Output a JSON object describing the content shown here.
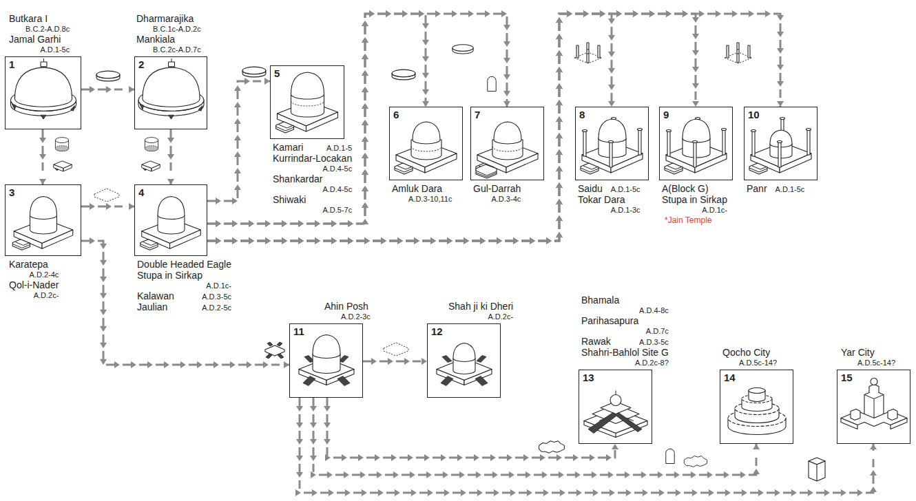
{
  "diagram": {
    "nodes": [
      {
        "text": [
          "1",
          "Butkara I",
          "B.C.2-A.D.8c",
          "Jamal Garhi",
          "A.D.1-5c"
        ]
      },
      {
        "text": [
          "2",
          "Dharmarajika",
          "B.C.1c-A.D.2c",
          "Mankiala",
          "B.C.2c-A.D.7c"
        ]
      },
      {
        "text": [
          "3",
          "Karatepa",
          "A.D.2-4c",
          "Qol-i-Nader",
          "A.D.2c-"
        ]
      },
      {
        "text": [
          "4",
          "Double Headed Eagle",
          "Stupa in Sirkap",
          "A.D.1c-",
          "Kalawan",
          "A.D.3-5c",
          "Jaulian",
          "A.D.2-5c"
        ]
      },
      {
        "text": [
          "5",
          "Kamari",
          "A.D.1-5",
          "Kurrindar-Locakan",
          "A.D.4-5c",
          "Shankardar",
          "A.D.4-5c",
          "Shiwaki",
          "A.D.5-7c"
        ]
      },
      {
        "text": [
          "6",
          "Amluk Dara",
          "A.D.3-10,11c"
        ]
      },
      {
        "text": [
          "7",
          "Gul-Darrah",
          "A.D.3-4c"
        ]
      },
      {
        "text": [
          "8",
          "Saidu",
          "A.D.1-5c",
          "Tokar Dara",
          "A.D.1-3c"
        ]
      },
      {
        "text": [
          "9",
          "A(Block G)",
          "Stupa in Sirkap",
          "A.D.1c-"
        ]
      },
      {
        "text": [
          "10",
          "Panr",
          "A.D.1-5c"
        ]
      },
      {
        "text": [
          "11",
          "Ahin Posh",
          "A.D.2-3c"
        ]
      },
      {
        "text": [
          "12",
          "Shah ji ki Dheri",
          "A.D.2c-"
        ]
      },
      {
        "text": [
          "13",
          "Bhamala",
          "A.D.4-8c",
          "Parihasapura",
          "A.D.7c",
          "Rawak",
          "A.D.3-5c",
          "Shahri-Bahlol Site G",
          "A.D.2c-8?"
        ]
      },
      {
        "text": [
          "14",
          "Qocho City",
          "A.D.5c-14?"
        ]
      },
      {
        "text": [
          "15",
          "Yar City",
          "A.D.5c-14?"
        ]
      }
    ],
    "edges": [
      {
        "from": 0,
        "to": 1,
        "arrow": "to"
      },
      {
        "from": 0,
        "to": 2,
        "arrow": "to"
      },
      {
        "from": 1,
        "to": 3,
        "arrow": "to"
      },
      {
        "from": 2,
        "to": 3,
        "arrow": "to"
      },
      {
        "from": 2,
        "to": 10,
        "arrow": "to"
      },
      {
        "from": 3,
        "to": 4,
        "arrow": "to"
      },
      {
        "from": 3,
        "to": 5,
        "arrow": "to"
      },
      {
        "from": 3,
        "to": 6,
        "arrow": "to"
      },
      {
        "from": 3,
        "to": 7,
        "arrow": "to"
      },
      {
        "from": 3,
        "to": 8,
        "arrow": "to"
      },
      {
        "from": 3,
        "to": 9,
        "arrow": "to"
      },
      {
        "from": 10,
        "to": 11,
        "arrow": "to"
      },
      {
        "from": 10,
        "to": 12,
        "arrow": "to"
      },
      {
        "from": 10,
        "to": 13,
        "arrow": "to"
      },
      {
        "from": 10,
        "to": 14,
        "arrow": "to"
      }
    ],
    "labels": [
      "*Jain Temple"
    ]
  }
}
